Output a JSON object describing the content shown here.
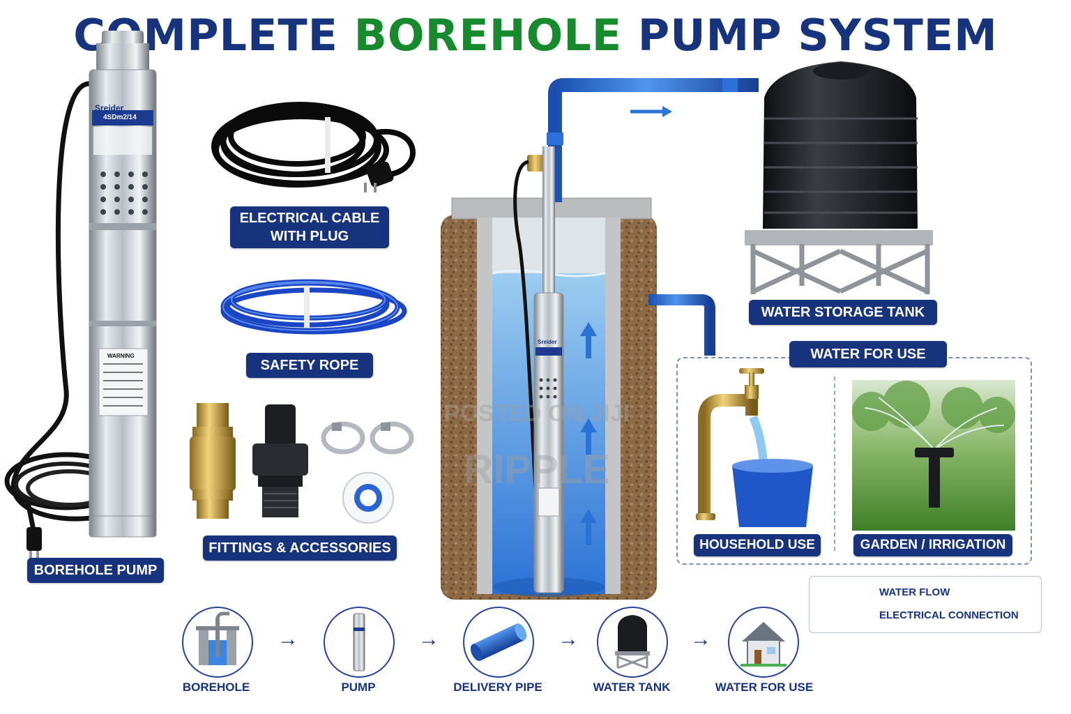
{
  "title": {
    "part1": "COMPLETE",
    "part2": "BOREHOLE",
    "part3": "PUMP SYSTEM"
  },
  "colors": {
    "navy": "#17337e",
    "green": "#178a2e",
    "water_blue": "#2a72d6",
    "steel": "#c9ced4"
  },
  "pump_brand": {
    "name": "Sreider",
    "model": "4SDm2/14",
    "warning": "WARNING"
  },
  "components": {
    "electrical_cable": "ELECTRICAL CABLE\nWITH PLUG",
    "safety_rope": "SAFETY ROPE",
    "fittings": "FITTINGS & ACCESSORIES",
    "borehole_pump": "BOREHOLE PUMP",
    "water_storage_tank": "WATER STORAGE TANK"
  },
  "water_for_use": {
    "heading": "WATER FOR USE",
    "household": "HOUSEHOLD USE",
    "garden": "GARDEN / IRRIGATION"
  },
  "legend": {
    "water_flow": "WATER FLOW",
    "electrical": "ELECTRICAL CONNECTION"
  },
  "flow_steps": [
    "BOREHOLE",
    "PUMP",
    "DELIVERY PIPE",
    "WATER TANK",
    "WATER FOR USE"
  ],
  "watermark": {
    "line1": "POSTED ON JIJI",
    "line2": "RIPPLE"
  }
}
